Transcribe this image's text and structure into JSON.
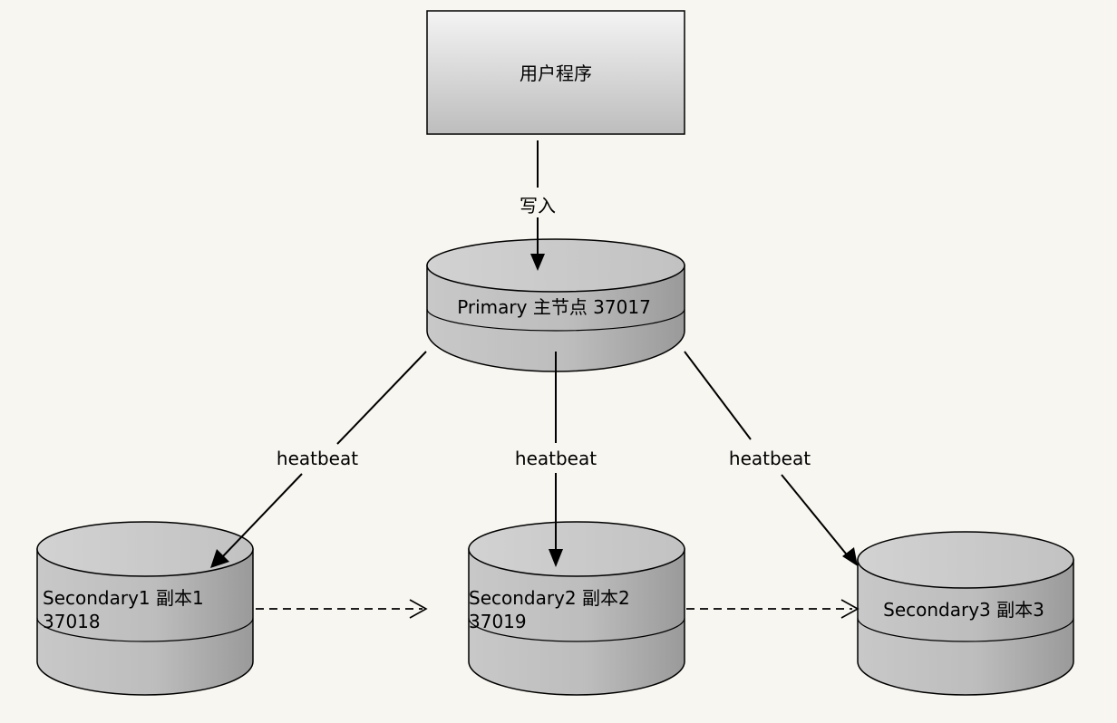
{
  "nodes": {
    "user_program": {
      "label": "用户程序"
    },
    "primary": {
      "label": "Primary 主节点  37017"
    },
    "secondary1": {
      "line1": "Secondary1  副本1",
      "line2": "37018"
    },
    "secondary2": {
      "line1": "Secondary2  副本2",
      "line2": "37019"
    },
    "secondary3": {
      "label": "Secondary3  副本3"
    }
  },
  "edges": {
    "write": {
      "label": "写入"
    },
    "hb_secondary1": {
      "label": "heatbeat"
    },
    "hb_secondary2": {
      "label": "heatbeat"
    },
    "hb_secondary3": {
      "label": "heatbeat"
    }
  },
  "colors": {
    "background": "#f8f6f0",
    "box_light": "#f4f4f4",
    "box_dark": "#bdbdbd",
    "cylinder_top": "#cfcfcf",
    "cylinder_light": "#c8c8c8",
    "cylinder_dark": "#9a9a9a",
    "stroke": "#000000"
  }
}
